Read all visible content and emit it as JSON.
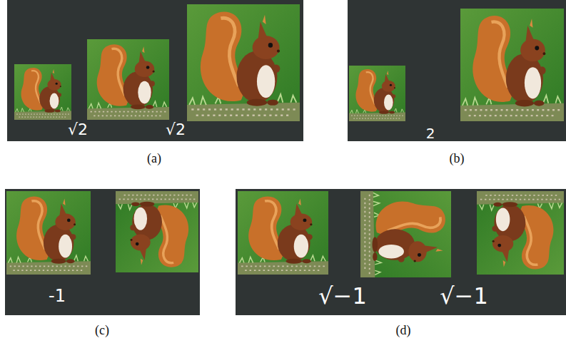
{
  "diagram": {
    "labels": [
      "√2",
      "√2",
      "(a)",
      "2",
      "(b)",
      "-1",
      "(c)",
      "√−1",
      "√−1",
      "(d)"
    ]
  }
}
